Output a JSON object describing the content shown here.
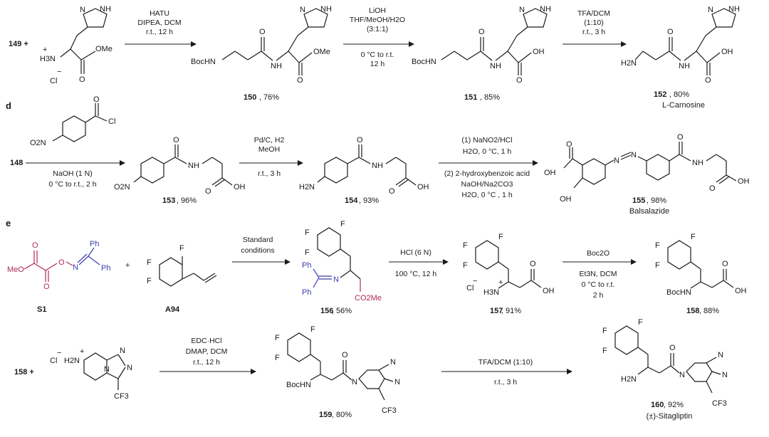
{
  "colors": {
    "ink": "#1a1a1a",
    "s1_reagent": "#b0285a",
    "imine_fragment": "#3b3bb0"
  },
  "sections": {
    "d": "d",
    "e": "e"
  },
  "row1": {
    "start": "149 +",
    "step1": [
      "HATU",
      "DIPEA, DCM",
      "r.t., 12 h"
    ],
    "p150": {
      "id": "150",
      "yield": ", 76%"
    },
    "step2": [
      "LiOH",
      "THF/MeOH/H2O",
      "(3:1:1)",
      "0 °C to r.t.",
      "12 h"
    ],
    "p151": {
      "id": "151",
      "yield": ", 85%"
    },
    "step3": [
      "TFA/DCM",
      "(1:10)",
      "r.t., 3 h"
    ],
    "p152": {
      "id": "152",
      "yield": ", 80%",
      "name": "L-Carnosine"
    }
  },
  "row2": {
    "start": "148",
    "step1": [
      "NaOH (1 N)",
      "0 °C to r.t., 2 h"
    ],
    "p153": {
      "id": "153",
      "yield": ", 96%"
    },
    "step2": [
      "Pd/C, H2",
      "MeOH",
      "r.t., 3 h"
    ],
    "p154": {
      "id": "154",
      "yield": ", 93%"
    },
    "step3": [
      "(1) NaNO2/HCl",
      "H2O, 0 °C, 1 h",
      "(2) 2-hydroxybenzoic acid",
      "NaOH/Na2CO3",
      "H2O, 0 °C , 1 h"
    ],
    "p155": {
      "id": "155",
      "yield": ", 98%",
      "name": "Balsalazide"
    }
  },
  "row3": {
    "s1": "S1",
    "a94": "A94",
    "step1": [
      "Standard",
      "conditions"
    ],
    "p156": {
      "id": "156",
      "yield": ", 56%"
    },
    "step2": [
      "HCl (6 N)",
      "100 °C, 12 h"
    ],
    "p157": {
      "id": "157",
      "yield": ", 91%"
    },
    "step3": [
      "Boc2O",
      "Et3N, DCM",
      "0 °C to r.t.",
      "2 h"
    ],
    "p158": {
      "id": "158",
      "yield": ", 88%"
    }
  },
  "row4": {
    "start": "158 +",
    "step1": [
      "EDC·HCl",
      "DMAP, DCM",
      "r.t., 12 h"
    ],
    "p159": {
      "id": "159",
      "yield": ", 80%"
    },
    "step2": [
      "TFA/DCM (1:10)",
      "r.t., 3 h"
    ],
    "p160": {
      "id": "160",
      "yield": ", 92%",
      "name": "(±)-Sitagliptin"
    }
  },
  "atoms": {
    "nh": "NH",
    "n": "N",
    "h3n": "H3N",
    "ome": "OMe",
    "o": "O",
    "oh": "OH",
    "cl": "Cl",
    "minus": "−",
    "plus": "+",
    "bochn": "BocHN",
    "h2n": "H2N",
    "hn": "N",
    "o2n": "O2N",
    "f": "F",
    "ph": "Ph",
    "meo": "MeO",
    "co2me": "CO2Me",
    "cf3": "CF3",
    "h2n_plus": "H2N"
  }
}
